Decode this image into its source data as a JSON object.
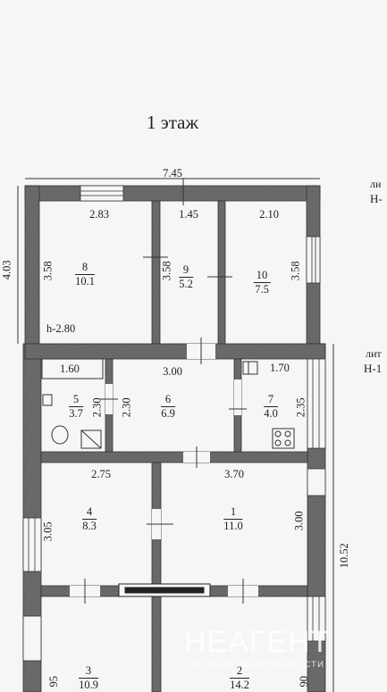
{
  "title": "1 этаж",
  "overall_dimensions": {
    "width": "7.45",
    "height_upper": "4.03",
    "height_right": "10.52"
  },
  "right_notes": [
    "ли",
    "Н-",
    "лит",
    "Н-1"
  ],
  "wall_dims": {
    "d283": "2.83",
    "d145": "1.45",
    "d210": "2.10",
    "d358a": "3.58",
    "d358b": "3.58",
    "d358c": "3.58",
    "h280": "h-2.80",
    "d160": "1.60",
    "d300": "3.00",
    "d170": "1.70",
    "d230a": "2.30",
    "d230b": "2.30",
    "d235": "2.35",
    "d275": "2.75",
    "d370": "3.70",
    "d305": "3.05",
    "d300b": "3.00",
    "d95": "95",
    "d90": "90"
  },
  "rooms": [
    {
      "num": "8",
      "area": "10.1"
    },
    {
      "num": "9",
      "area": "5.2"
    },
    {
      "num": "10",
      "area": "7.5"
    },
    {
      "num": "5",
      "area": "3.7"
    },
    {
      "num": "6",
      "area": "6.9"
    },
    {
      "num": "7",
      "area": "4.0"
    },
    {
      "num": "4",
      "area": "8.3"
    },
    {
      "num": "1",
      "area": "11.0"
    },
    {
      "num": "3",
      "area": "10.9"
    },
    {
      "num": "2",
      "area": "14.2"
    }
  ],
  "watermark": {
    "brand": "НЕАГЕНТ",
    "tagline": "СИСТЕМА НЕДВИЖИМОСТИ"
  },
  "colors": {
    "wall": "#6e6e6e",
    "ink": "#1e1e1e",
    "paper": "#f6f7f4"
  }
}
